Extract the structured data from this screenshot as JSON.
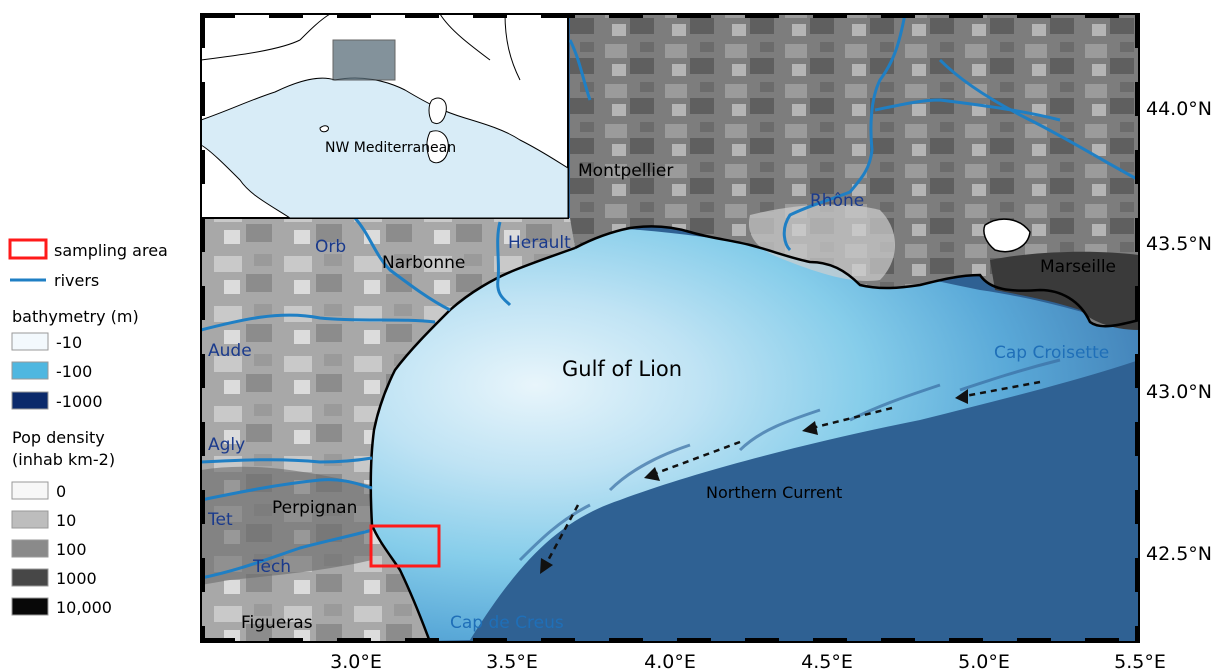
{
  "legend": {
    "sampling_area": "sampling area",
    "rivers": "rivers",
    "bathymetry_title": "bathymetry (m)",
    "bathymetry": [
      {
        "label": "-10",
        "color": "#f3f9fd"
      },
      {
        "label": "-100",
        "color": "#4fb7e0"
      },
      {
        "label": "-1000",
        "color": "#0b2a6b"
      }
    ],
    "pop_title_1": "Pop density",
    "pop_title_2": "(inhab km-2)",
    "pop": [
      {
        "label": "0",
        "color": "#f7f7f7"
      },
      {
        "label": "10",
        "color": "#bdbdbd"
      },
      {
        "label": "100",
        "color": "#8a8a8a"
      },
      {
        "label": "1000",
        "color": "#474747"
      },
      {
        "label": "10,000",
        "color": "#080808"
      }
    ]
  },
  "inset": {
    "label": "NW Mediterranean"
  },
  "cities": {
    "montpellier": "Montpellier",
    "narbonne": "Narbonne",
    "marseille": "Marseille",
    "perpignan": "Perpignan",
    "figueras": "Figueras"
  },
  "rivers": {
    "orb": "Orb",
    "herault": "Herault",
    "rhone": "Rhône",
    "aude": "Aude",
    "agly": "Agly",
    "tet": "Tet",
    "tech": "Tech"
  },
  "features": {
    "gulf": "Gulf of Lion",
    "cap_croisette": "Cap Croisette",
    "cap_creus": "Cap de Creus",
    "current": "Northern Current"
  },
  "axes": {
    "lon": [
      "3.0°E",
      "3.5°E",
      "4.0°E",
      "4.5°E",
      "5.0°E",
      "5.5°E"
    ],
    "lat": [
      "44.0°N",
      "43.5°N",
      "43.0°N",
      "42.5°N"
    ]
  },
  "colors": {
    "river": "#1f7fc4",
    "river_label": "#1a3a8c",
    "cape_label": "#1f6fb8",
    "sampling": "#ff1a1a",
    "sea_deep": "#2f6193",
    "sea_shelf": "#7fcbea",
    "inset_sea": "#d8ecf7"
  }
}
